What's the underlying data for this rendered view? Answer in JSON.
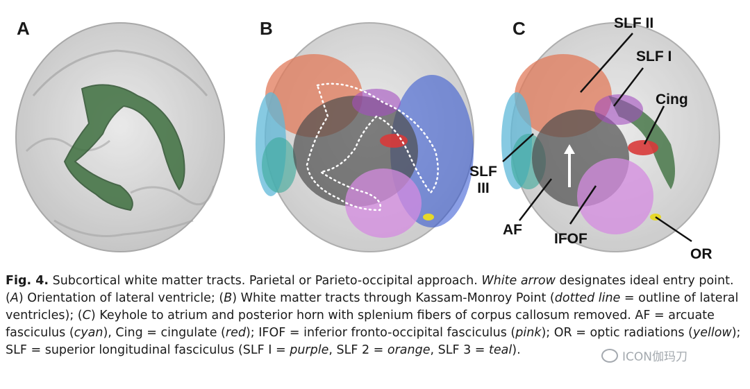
{
  "figure": {
    "panels": [
      {
        "letter": "A"
      },
      {
        "letter": "B"
      },
      {
        "letter": "C",
        "labels": {
          "slf2": "SLF II",
          "slf1": "SLF I",
          "cing": "Cing",
          "slf3_line1": "SLF",
          "slf3_line2": "III",
          "af": "AF",
          "ifof": "IFOF",
          "or": "OR"
        }
      }
    ],
    "colors": {
      "brain": "#c8c8c8",
      "ventricle": "#3f7040",
      "af_cyan": "#5fb8d8",
      "cing_red": "#d83a3a",
      "ifof_pink": "#d48be0",
      "or_yellow": "#e6d82a",
      "slf1_purple": "#a34fbf",
      "slf2_orange": "#e07a5a",
      "slf3_teal": "#3aa89a",
      "tract_blue": "#2a4fd0"
    }
  },
  "caption": {
    "fig_label": "Fig. 4.",
    "t1": " Subcortical white matter tracts. Parietal or Parieto-occipital approach. ",
    "t2": "White arrow",
    "t3": " designates ideal entry point. (",
    "t4": "A",
    "t5": ") Orientation of lateral ventricle; (",
    "t6": "B",
    "t7": ") White matter tracts through Kassam-Monroy Point (",
    "t8": "dotted line",
    "t9": " = outline of lateral ventricles); (",
    "t10": "C",
    "t11": ") Keyhole to atrium and posterior horn with splenium fibers of corpus callosum removed. AF = arcuate fasciculus (",
    "t12": "cyan",
    "t13": "), Cing = cingulate (",
    "t14": "red",
    "t15": "); IFOF = inferior fronto-occipital fasciculus (",
    "t16": "pink",
    "t17": "); OR = optic radiations (",
    "t18": "yellow",
    "t19": "); SLF = superior longitudinal fasciculus (SLF I = ",
    "t20": "purple",
    "t21": ", SLF 2 = ",
    "t22": "orange",
    "t23": ", SLF 3 = ",
    "t24": "teal",
    "t25": ")."
  },
  "watermark": "ICON伽玛刀"
}
